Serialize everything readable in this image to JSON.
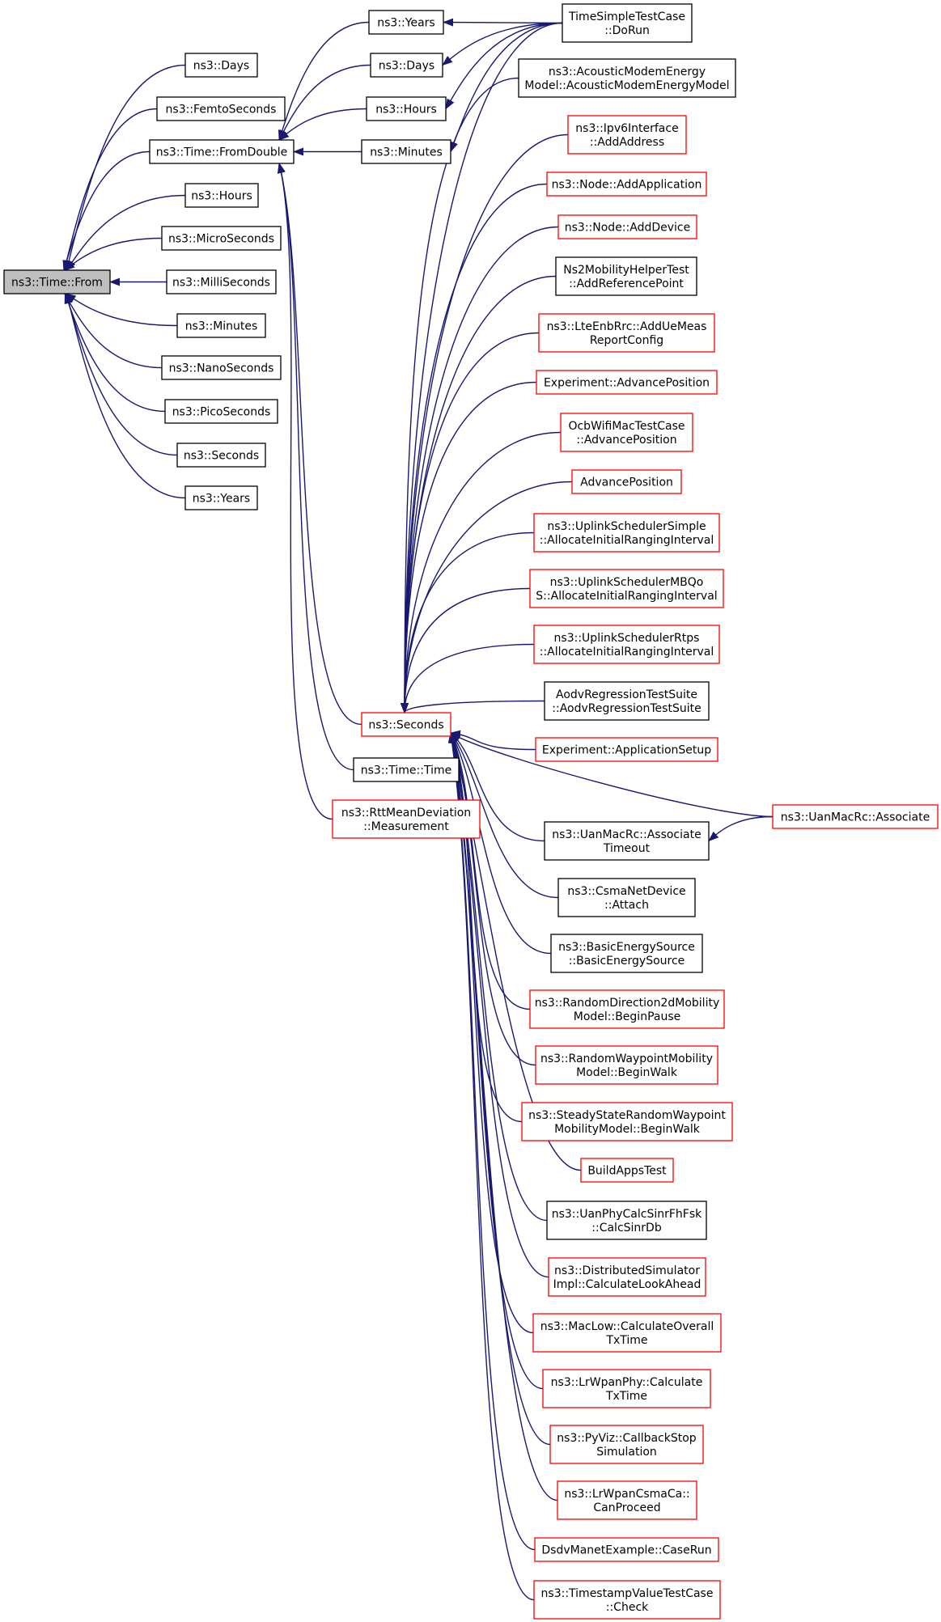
{
  "colors": {
    "edge": "#191970",
    "documented_border": "#000000",
    "undocumented_border": "#ff0000",
    "focus_fill": "#bfbfbf",
    "background": "#ffffff"
  },
  "focus_node": "from",
  "nodes": [
    {
      "id": "from",
      "lines": [
        "ns3::Time::From"
      ],
      "style": "focus"
    },
    {
      "id": "l-days",
      "lines": [
        "ns3::Days"
      ],
      "style": "black"
    },
    {
      "id": "l-femto",
      "lines": [
        "ns3::FemtoSeconds"
      ],
      "style": "black"
    },
    {
      "id": "fromdouble",
      "lines": [
        "ns3::Time::FromDouble"
      ],
      "style": "black"
    },
    {
      "id": "l-hours",
      "lines": [
        "ns3::Hours"
      ],
      "style": "black"
    },
    {
      "id": "l-micro",
      "lines": [
        "ns3::MicroSeconds"
      ],
      "style": "black"
    },
    {
      "id": "l-milli",
      "lines": [
        "ns3::MilliSeconds"
      ],
      "style": "black"
    },
    {
      "id": "l-minutes",
      "lines": [
        "ns3::Minutes"
      ],
      "style": "black"
    },
    {
      "id": "l-nano",
      "lines": [
        "ns3::NanoSeconds"
      ],
      "style": "black"
    },
    {
      "id": "l-pico",
      "lines": [
        "ns3::PicoSeconds"
      ],
      "style": "black"
    },
    {
      "id": "l-seconds",
      "lines": [
        "ns3::Seconds"
      ],
      "style": "black"
    },
    {
      "id": "l-years",
      "lines": [
        "ns3::Years"
      ],
      "style": "black"
    },
    {
      "id": "m-years",
      "lines": [
        "ns3::Years"
      ],
      "style": "black"
    },
    {
      "id": "m-days",
      "lines": [
        "ns3::Days"
      ],
      "style": "black"
    },
    {
      "id": "m-hours",
      "lines": [
        "ns3::Hours"
      ],
      "style": "black"
    },
    {
      "id": "m-minutes",
      "lines": [
        "ns3::Minutes"
      ],
      "style": "black"
    },
    {
      "id": "seconds",
      "lines": [
        "ns3::Seconds"
      ],
      "style": "red"
    },
    {
      "id": "time-time",
      "lines": [
        "ns3::Time::Time"
      ],
      "style": "black"
    },
    {
      "id": "rtt",
      "lines": [
        "ns3::RttMeanDeviation",
        "::Measurement"
      ],
      "style": "red"
    },
    {
      "id": "r1",
      "lines": [
        "TimeSimpleTestCase",
        "::DoRun"
      ],
      "style": "black"
    },
    {
      "id": "r2",
      "lines": [
        "ns3::AcousticModemEnergy",
        "Model::AcousticModemEnergyModel"
      ],
      "style": "black"
    },
    {
      "id": "r3",
      "lines": [
        "ns3::Ipv6Interface",
        "::AddAddress"
      ],
      "style": "red"
    },
    {
      "id": "r4",
      "lines": [
        "ns3::Node::AddApplication"
      ],
      "style": "red"
    },
    {
      "id": "r5",
      "lines": [
        "ns3::Node::AddDevice"
      ],
      "style": "red"
    },
    {
      "id": "r6",
      "lines": [
        "Ns2MobilityHelperTest",
        "::AddReferencePoint"
      ],
      "style": "black"
    },
    {
      "id": "r7",
      "lines": [
        "ns3::LteEnbRrc::AddUeMeas",
        "ReportConfig"
      ],
      "style": "red"
    },
    {
      "id": "r8",
      "lines": [
        "Experiment::AdvancePosition"
      ],
      "style": "red"
    },
    {
      "id": "r9",
      "lines": [
        "OcbWifiMacTestCase",
        "::AdvancePosition"
      ],
      "style": "red"
    },
    {
      "id": "r10",
      "lines": [
        "AdvancePosition"
      ],
      "style": "red"
    },
    {
      "id": "r11",
      "lines": [
        "ns3::UplinkSchedulerSimple",
        "::AllocateInitialRangingInterval"
      ],
      "style": "red"
    },
    {
      "id": "r12",
      "lines": [
        "ns3::UplinkSchedulerMBQo",
        "S::AllocateInitialRangingInterval"
      ],
      "style": "red"
    },
    {
      "id": "r13",
      "lines": [
        "ns3::UplinkSchedulerRtps",
        "::AllocateInitialRangingInterval"
      ],
      "style": "red"
    },
    {
      "id": "r14",
      "lines": [
        "AodvRegressionTestSuite",
        "::AodvRegressionTestSuite"
      ],
      "style": "black"
    },
    {
      "id": "r15",
      "lines": [
        "Experiment::ApplicationSetup"
      ],
      "style": "red"
    },
    {
      "id": "r16",
      "lines": [
        "ns3::UanMacRc::Associate",
        "Timeout"
      ],
      "style": "black"
    },
    {
      "id": "r17",
      "lines": [
        "ns3::UanMacRc::Associate"
      ],
      "style": "red"
    },
    {
      "id": "r18",
      "lines": [
        "ns3::CsmaNetDevice",
        "::Attach"
      ],
      "style": "black"
    },
    {
      "id": "r19",
      "lines": [
        "ns3::BasicEnergySource",
        "::BasicEnergySource"
      ],
      "style": "black"
    },
    {
      "id": "r20",
      "lines": [
        "ns3::RandomDirection2dMobility",
        "Model::BeginPause"
      ],
      "style": "red"
    },
    {
      "id": "r21",
      "lines": [
        "ns3::RandomWaypointMobility",
        "Model::BeginWalk"
      ],
      "style": "red"
    },
    {
      "id": "r22",
      "lines": [
        "ns3::SteadyStateRandomWaypoint",
        "MobilityModel::BeginWalk"
      ],
      "style": "red"
    },
    {
      "id": "r23",
      "lines": [
        "BuildAppsTest"
      ],
      "style": "red"
    },
    {
      "id": "r24",
      "lines": [
        "ns3::UanPhyCalcSinrFhFsk",
        "::CalcSinrDb"
      ],
      "style": "black"
    },
    {
      "id": "r25",
      "lines": [
        "ns3::DistributedSimulator",
        "Impl::CalculateLookAhead"
      ],
      "style": "red"
    },
    {
      "id": "r26",
      "lines": [
        "ns3::MacLow::CalculateOverall",
        "TxTime"
      ],
      "style": "red"
    },
    {
      "id": "r27",
      "lines": [
        "ns3::LrWpanPhy::Calculate",
        "TxTime"
      ],
      "style": "red"
    },
    {
      "id": "r28",
      "lines": [
        "ns3::PyViz::CallbackStop",
        "Simulation"
      ],
      "style": "red"
    },
    {
      "id": "r29",
      "lines": [
        "ns3::LrWpanCsmaCa::",
        "CanProceed"
      ],
      "style": "red"
    },
    {
      "id": "r30",
      "lines": [
        "DsdvManetExample::CaseRun"
      ],
      "style": "red"
    },
    {
      "id": "r31",
      "lines": [
        "ns3::TimestampValueTestCase",
        "::Check"
      ],
      "style": "red"
    }
  ],
  "edges": [
    [
      "l-days",
      "from"
    ],
    [
      "l-femto",
      "from"
    ],
    [
      "fromdouble",
      "from"
    ],
    [
      "l-hours",
      "from"
    ],
    [
      "l-micro",
      "from"
    ],
    [
      "l-milli",
      "from"
    ],
    [
      "l-minutes",
      "from"
    ],
    [
      "l-nano",
      "from"
    ],
    [
      "l-pico",
      "from"
    ],
    [
      "l-seconds",
      "from"
    ],
    [
      "l-years",
      "from"
    ],
    [
      "m-years",
      "fromdouble"
    ],
    [
      "m-days",
      "fromdouble"
    ],
    [
      "m-hours",
      "fromdouble"
    ],
    [
      "m-minutes",
      "fromdouble"
    ],
    [
      "seconds",
      "fromdouble"
    ],
    [
      "time-time",
      "fromdouble"
    ],
    [
      "rtt",
      "fromdouble"
    ],
    [
      "r1",
      "m-years"
    ],
    [
      "r1",
      "m-days"
    ],
    [
      "r1",
      "m-hours"
    ],
    [
      "r1",
      "m-minutes"
    ],
    [
      "r1",
      "seconds"
    ],
    [
      "r2",
      "seconds"
    ],
    [
      "r3",
      "seconds"
    ],
    [
      "r4",
      "seconds"
    ],
    [
      "r5",
      "seconds"
    ],
    [
      "r6",
      "seconds"
    ],
    [
      "r7",
      "seconds"
    ],
    [
      "r8",
      "seconds"
    ],
    [
      "r9",
      "seconds"
    ],
    [
      "r10",
      "seconds"
    ],
    [
      "r11",
      "seconds"
    ],
    [
      "r12",
      "seconds"
    ],
    [
      "r13",
      "seconds"
    ],
    [
      "r14",
      "seconds"
    ],
    [
      "r15",
      "seconds"
    ],
    [
      "r17",
      "seconds"
    ],
    [
      "r16",
      "seconds"
    ],
    [
      "r17",
      "r16"
    ],
    [
      "r18",
      "seconds"
    ],
    [
      "r19",
      "seconds"
    ],
    [
      "r20",
      "seconds"
    ],
    [
      "r21",
      "seconds"
    ],
    [
      "r22",
      "seconds"
    ],
    [
      "r23",
      "seconds"
    ],
    [
      "r24",
      "seconds"
    ],
    [
      "r25",
      "seconds"
    ],
    [
      "r26",
      "seconds"
    ],
    [
      "r27",
      "seconds"
    ],
    [
      "r28",
      "seconds"
    ],
    [
      "r29",
      "seconds"
    ],
    [
      "r30",
      "seconds"
    ],
    [
      "r31",
      "seconds"
    ]
  ]
}
